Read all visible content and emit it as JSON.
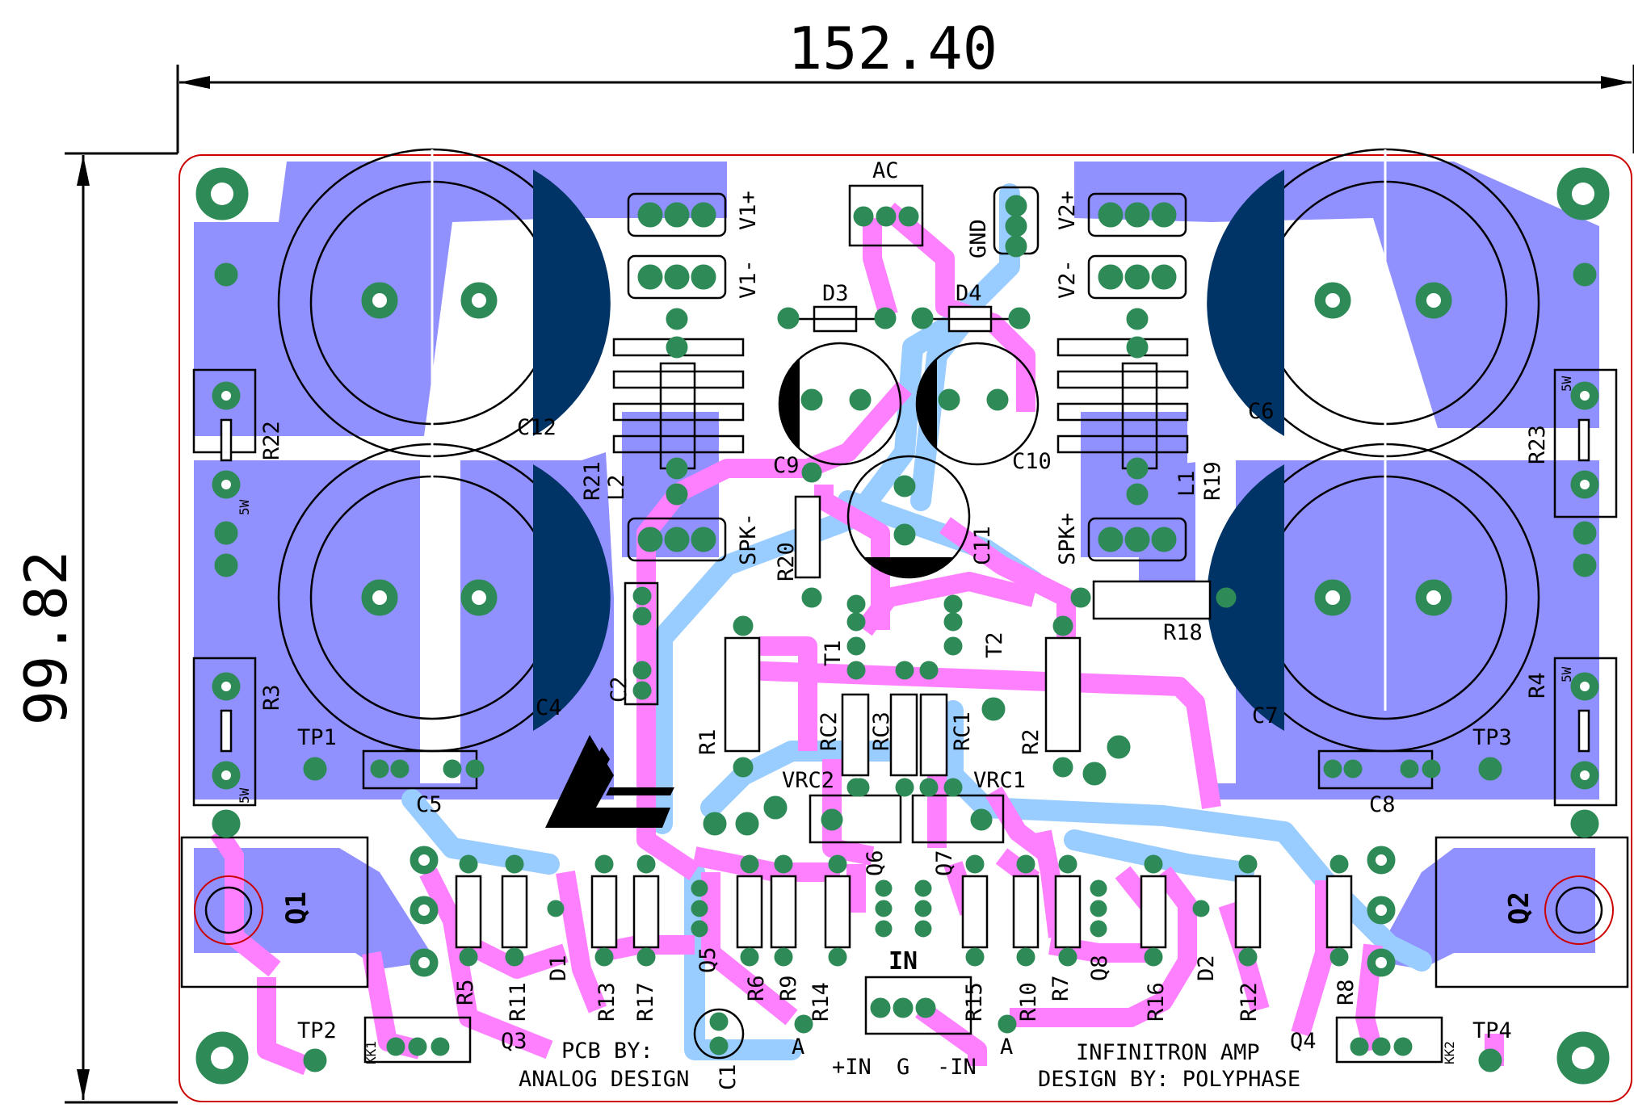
{
  "dimensions": {
    "width": "152.40",
    "height": "99.82"
  },
  "title_block": {
    "pcb_by": [
      "PCB BY:",
      "ANALOG DESIGN"
    ],
    "design_by": [
      "INFINITRON AMP",
      "DESIGN BY: POLYPHASE"
    ]
  },
  "connectors": {
    "ac": "AC",
    "gnd": "GND",
    "in": "IN",
    "v1p": "V1+",
    "v1m": "V1-",
    "v2p": "V2+",
    "v2m": "V2-",
    "spkm": "SPK-",
    "spkp": "SPK+",
    "inp": "+IN",
    "ing": "G",
    "inm": "-IN"
  },
  "caps": {
    "c12": "C12",
    "c4": "C4",
    "c6": "C6",
    "c7": "C7",
    "c9": "C9",
    "c10": "C10",
    "c11": "C11",
    "c2": "C2",
    "c5": "C5",
    "c8": "C8",
    "c1": "C1"
  },
  "resistors": {
    "r22": "R22",
    "r3": "R3",
    "r21": "R21",
    "r20": "R20",
    "r1": "R1",
    "r2": "R2",
    "r19": "R19",
    "r23": "R23",
    "r4": "R4",
    "r18": "R18",
    "rc1": "RC1",
    "rc2": "RC2",
    "rc3": "RC3",
    "r5": "R5",
    "r11": "R11",
    "r13": "R13",
    "r17": "R17",
    "r6": "R6",
    "r9": "R9",
    "r14": "R14",
    "r15": "R15",
    "r10": "R10",
    "r7": "R7",
    "r16": "R16",
    "r12": "R12",
    "r8": "R8"
  },
  "misc": {
    "l1": "L1",
    "l2": "L2",
    "d3": "D3",
    "d4": "D4",
    "d1": "D1",
    "d2": "D2",
    "t1": "T1",
    "t2": "T2",
    "vrc1": "VRC1",
    "vrc2": "VRC2",
    "tp1": "TP1",
    "tp2": "TP2",
    "tp3": "TP3",
    "tp4": "TP4",
    "q1": "Q1",
    "q2": "Q2",
    "q3": "Q3",
    "q4": "Q4",
    "q5": "Q5",
    "q6": "Q6",
    "q7": "Q7",
    "q8": "Q8",
    "kk1": "KK1",
    "kk2": "KK2",
    "a1": "A",
    "a2": "A",
    "w1": "5W",
    "w2": "5W",
    "w3": "5W",
    "w4": "5W"
  },
  "colors": {
    "top_copper": "#ff80ff",
    "bottom_copper": "#9090ff",
    "bottom_trace": "#99ccff",
    "pad": "#2e8b57",
    "board_edge": "#cc0000",
    "silk": "#000000"
  }
}
